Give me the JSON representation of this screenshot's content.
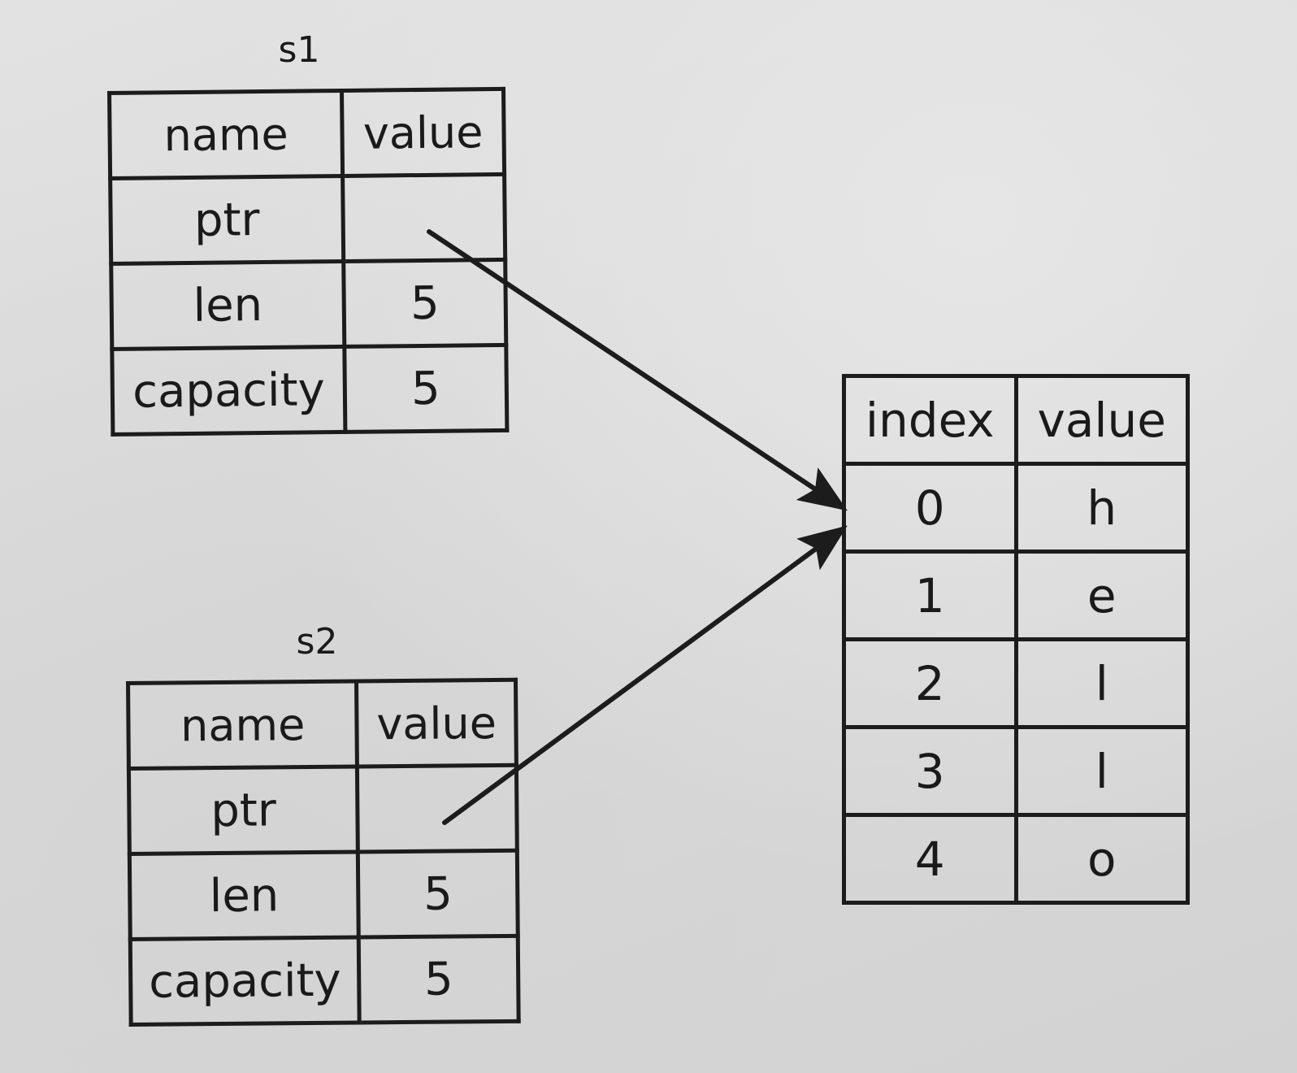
{
  "s1": {
    "label": "s1",
    "header": [
      "name",
      "value"
    ],
    "rows": [
      {
        "name": "ptr",
        "value": ""
      },
      {
        "name": "len",
        "value": "5"
      },
      {
        "name": "capacity",
        "value": "5"
      }
    ]
  },
  "s2": {
    "label": "s2",
    "header": [
      "name",
      "value"
    ],
    "rows": [
      {
        "name": "ptr",
        "value": ""
      },
      {
        "name": "len",
        "value": "5"
      },
      {
        "name": "capacity",
        "value": "5"
      }
    ]
  },
  "heap": {
    "header": [
      "index",
      "value"
    ],
    "rows": [
      {
        "index": "0",
        "value": "h"
      },
      {
        "index": "1",
        "value": "e"
      },
      {
        "index": "2",
        "value": "l"
      },
      {
        "index": "3",
        "value": "l"
      },
      {
        "index": "4",
        "value": "o"
      }
    ]
  },
  "colors": {
    "ink": "#1c1c1c",
    "paper": "#dcdcdc"
  }
}
